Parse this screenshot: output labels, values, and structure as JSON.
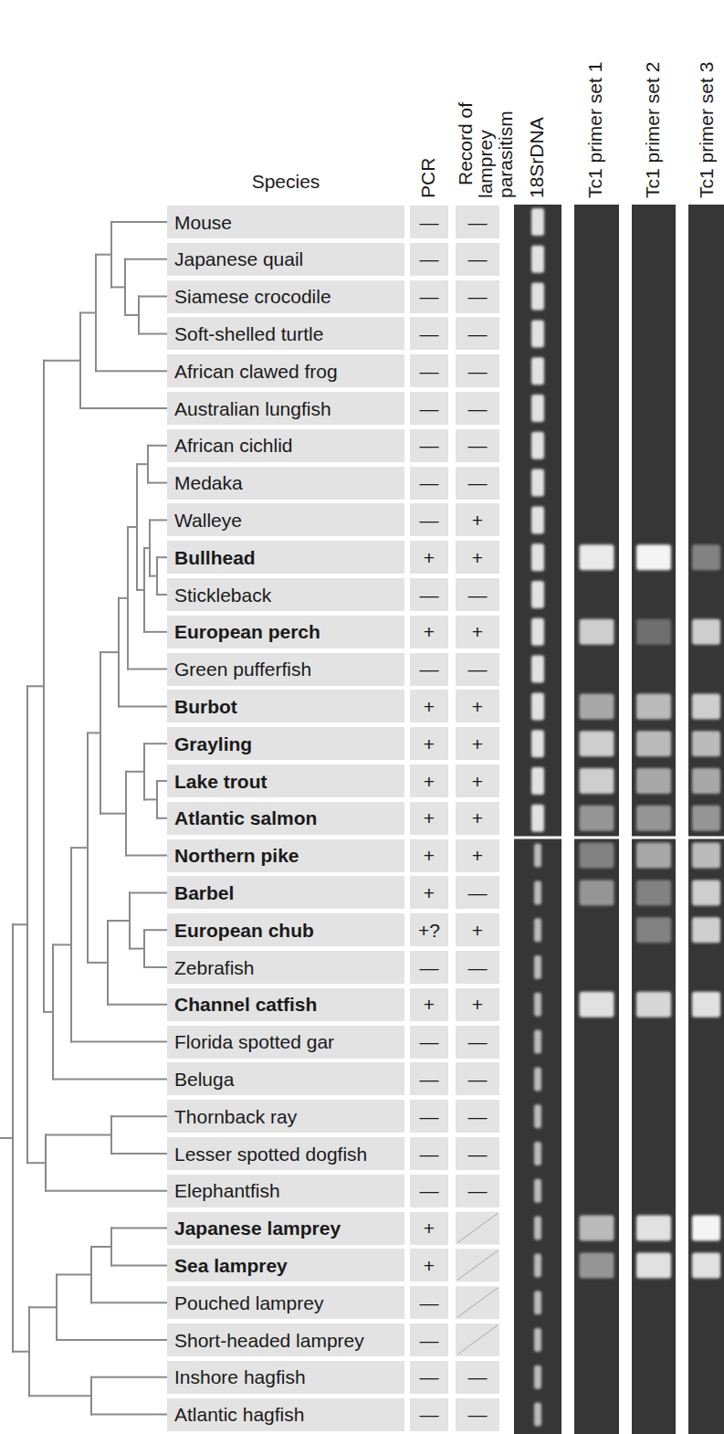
{
  "diagram": {
    "nodes": [
      {
        "text": [
          "Mouse"
        ]
      },
      {
        "text": [
          "Japanese quail"
        ]
      },
      {
        "text": [
          "Siamese crocodile"
        ]
      },
      {
        "text": [
          "Soft-shelled turtle"
        ]
      },
      {
        "text": [
          "African clawed frog"
        ]
      },
      {
        "text": [
          "Australian lungfish"
        ]
      },
      {
        "text": [
          "African cichlid"
        ]
      },
      {
        "text": [
          "Medaka"
        ]
      },
      {
        "text": [
          "Walleye"
        ]
      },
      {
        "text": [
          "Bullhead"
        ]
      },
      {
        "text": [
          "Stickleback"
        ]
      },
      {
        "text": [
          "European perch"
        ]
      },
      {
        "text": [
          "Green pufferfish"
        ]
      },
      {
        "text": [
          "Burbot"
        ]
      },
      {
        "text": [
          "Grayling"
        ]
      },
      {
        "text": [
          "Lake trout"
        ]
      },
      {
        "text": [
          "Atlantic salmon"
        ]
      },
      {
        "text": [
          "Northern pike"
        ]
      },
      {
        "text": [
          "Barbel"
        ]
      },
      {
        "text": [
          "European chub"
        ]
      },
      {
        "text": [
          "Zebrafish"
        ]
      },
      {
        "text": [
          "Channel catfish"
        ]
      },
      {
        "text": [
          "Florida spotted gar"
        ]
      },
      {
        "text": [
          "Beluga"
        ]
      },
      {
        "text": [
          "Thornback ray"
        ]
      },
      {
        "text": [
          "Lesser spotted dogfish"
        ]
      },
      {
        "text": [
          "Elephantfish"
        ]
      },
      {
        "text": [
          "Japanese lamprey"
        ]
      },
      {
        "text": [
          "Sea lamprey"
        ]
      },
      {
        "text": [
          "Pouched lamprey"
        ]
      },
      {
        "text": [
          "Short-headed lamprey"
        ]
      },
      {
        "text": [
          "Inshore hagfish"
        ]
      },
      {
        "text": [
          "Atlantic hagfish"
        ]
      },
      {
        "text": [
          "—"
        ]
      },
      {
        "text": [
          "—"
        ]
      },
      {
        "text": [
          "—"
        ]
      },
      {
        "text": [
          "—"
        ]
      },
      {
        "text": [
          "—"
        ]
      },
      {
        "text": [
          "—"
        ]
      },
      {
        "text": [
          "—"
        ]
      },
      {
        "text": [
          "—"
        ]
      },
      {
        "text": [
          "—"
        ]
      },
      {
        "text": [
          "+"
        ]
      },
      {
        "text": [
          "—"
        ]
      },
      {
        "text": [
          "+"
        ]
      },
      {
        "text": [
          "—"
        ]
      },
      {
        "text": [
          "+"
        ]
      },
      {
        "text": [
          "+"
        ]
      },
      {
        "text": [
          "+"
        ]
      },
      {
        "text": [
          "+"
        ]
      },
      {
        "text": [
          "+"
        ]
      },
      {
        "text": [
          "+"
        ]
      },
      {
        "text": [
          "+?"
        ]
      },
      {
        "text": [
          "—"
        ]
      },
      {
        "text": [
          "+"
        ]
      },
      {
        "text": [
          "—"
        ]
      },
      {
        "text": [
          "—"
        ]
      },
      {
        "text": [
          "—"
        ]
      },
      {
        "text": [
          "—"
        ]
      },
      {
        "text": [
          "—"
        ]
      },
      {
        "text": [
          "+"
        ]
      },
      {
        "text": [
          "+"
        ]
      },
      {
        "text": [
          "—"
        ]
      },
      {
        "text": [
          "—"
        ]
      },
      {
        "text": [
          "—"
        ]
      },
      {
        "text": [
          "—"
        ]
      },
      {
        "text": [
          "—"
        ]
      },
      {
        "text": [
          "—"
        ]
      },
      {
        "text": [
          "—"
        ]
      },
      {
        "text": [
          "—"
        ]
      },
      {
        "text": [
          "—"
        ]
      },
      {
        "text": [
          "—"
        ]
      },
      {
        "text": [
          "—"
        ]
      },
      {
        "text": [
          "—"
        ]
      },
      {
        "text": [
          "+"
        ]
      },
      {
        "text": [
          "+"
        ]
      },
      {
        "text": [
          "—"
        ]
      },
      {
        "text": [
          "+"
        ]
      },
      {
        "text": [
          "—"
        ]
      },
      {
        "text": [
          "+"
        ]
      },
      {
        "text": [
          "+"
        ]
      },
      {
        "text": [
          "+"
        ]
      },
      {
        "text": [
          "+"
        ]
      },
      {
        "text": [
          "+"
        ]
      },
      {
        "text": [
          "—"
        ]
      },
      {
        "text": [
          "+"
        ]
      },
      {
        "text": [
          "—"
        ]
      },
      {
        "text": [
          "+"
        ]
      },
      {
        "text": [
          "—"
        ]
      },
      {
        "text": [
          "—"
        ]
      },
      {
        "text": [
          "—"
        ]
      },
      {
        "text": [
          "—"
        ]
      },
      {
        "text": [
          "—"
        ]
      },
      {
        "text": [
          "—"
        ]
      },
      {
        "text": [
          "—"
        ]
      }
    ],
    "labels": [
      "Species",
      "PCR",
      "Record of lamprey parasitism",
      "18SrDNA",
      "Tc1 primer set 1",
      "Tc1 primer set 2",
      "Tc1 primer set 3"
    ]
  }
}
